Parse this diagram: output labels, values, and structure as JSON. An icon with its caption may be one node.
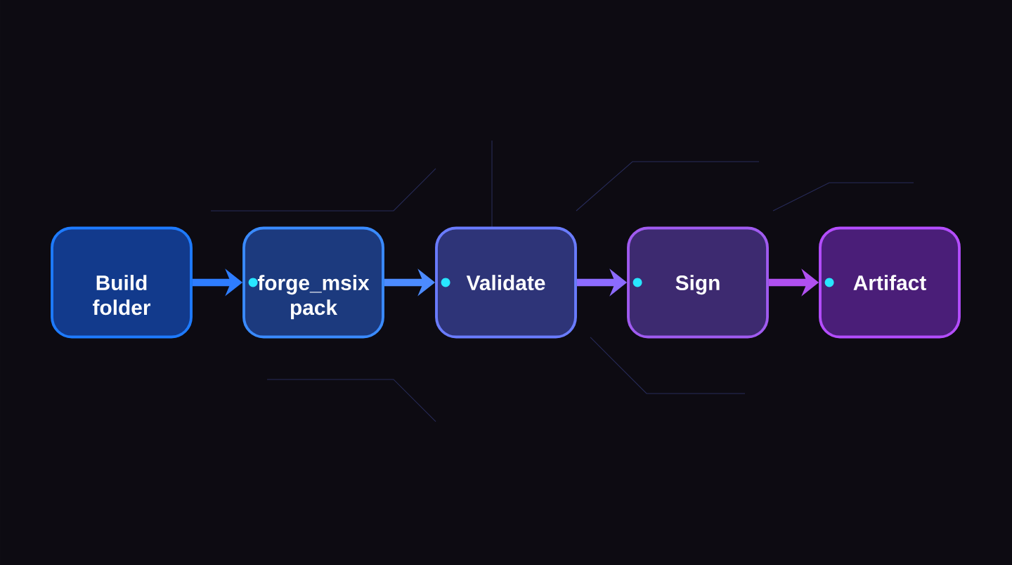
{
  "diagram": {
    "nodes": [
      {
        "text": [
          "Build folder"
        ]
      },
      {
        "text": [
          "forge_msix pack"
        ]
      },
      {
        "text": [
          "Validate"
        ]
      },
      {
        "text": [
          "Sign"
        ]
      },
      {
        "text": [
          "Artifact"
        ]
      }
    ],
    "edges": [
      {
        "from": 0,
        "to": 1,
        "arrow": "to",
        "color": "#2e7dff"
      },
      {
        "from": 1,
        "to": 2,
        "arrow": "to",
        "color": "#4c8bff"
      },
      {
        "from": 2,
        "to": 3,
        "arrow": "to",
        "color": "#8c6bff"
      },
      {
        "from": 3,
        "to": 4,
        "arrow": "to",
        "color": "#b050f0"
      }
    ]
  }
}
